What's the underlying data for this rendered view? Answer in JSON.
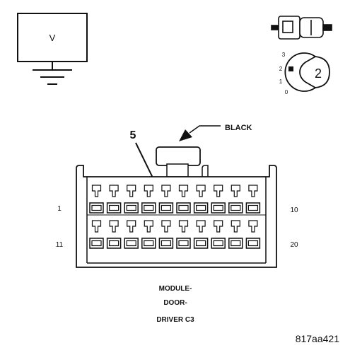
{
  "meter_symbol": {
    "label": "V",
    "icon": "voltmeter-icon"
  },
  "ground_symbol": {
    "icon": "ground-icon"
  },
  "probe_symbol": {
    "icon": "test-probe-icon"
  },
  "key_symbol": {
    "icon": "ignition-key-icon",
    "positions": [
      "3",
      "2",
      "1",
      "0"
    ],
    "key_number": "2"
  },
  "connector": {
    "color_label": "BLACK",
    "callout_pin": "5",
    "row1_start": "1",
    "row1_end": "10",
    "row2_start": "11",
    "row2_end": "20",
    "pins_per_row": 10
  },
  "caption": {
    "line1": "MODULE-",
    "line2": "DOOR-",
    "line3": "DRIVER C3"
  },
  "figure_id": "817aa421"
}
